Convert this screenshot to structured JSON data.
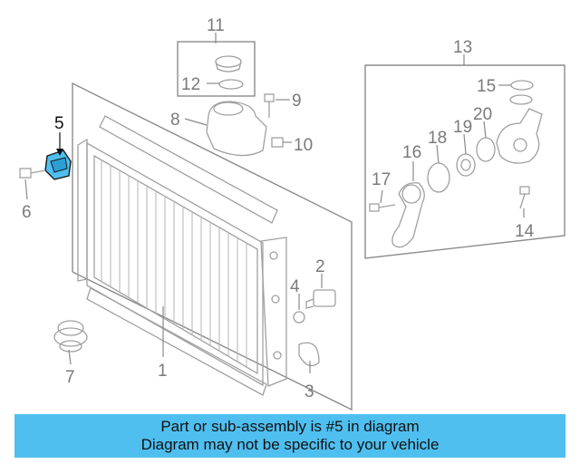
{
  "callouts": {
    "c1": "1",
    "c2": "2",
    "c3": "3",
    "c4": "4",
    "c5": "5",
    "c6": "6",
    "c7": "7",
    "c8": "8",
    "c9": "9",
    "c10": "10",
    "c11": "11",
    "c12": "12",
    "c13": "13",
    "c14": "14",
    "c15": "15",
    "c16": "16",
    "c17": "17",
    "c18": "18",
    "c19": "19",
    "c20": "20"
  },
  "highlight_color": "#4fbff0",
  "banner": {
    "line1": "Part or sub-assembly is #5 in diagram",
    "line2": "Diagram may not be specific to your vehicle"
  }
}
